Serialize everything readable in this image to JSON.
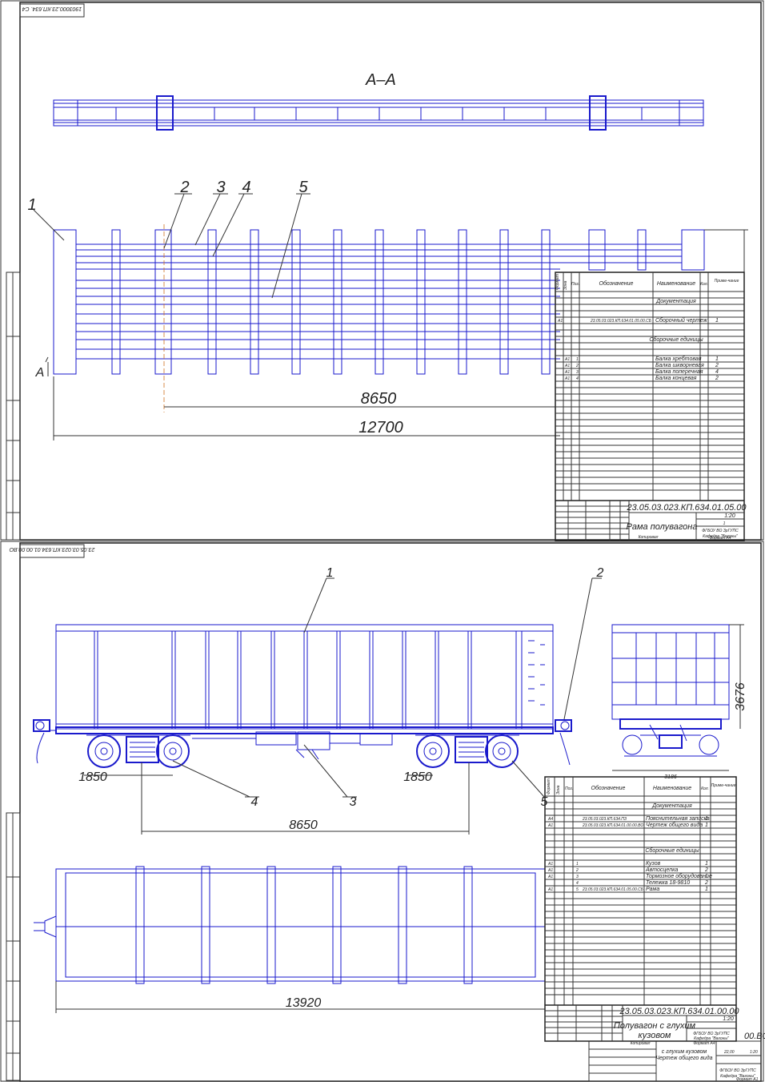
{
  "sheet1": {
    "stamp_code": "1903000.23.КП.634. С4",
    "section_label": "А–А",
    "section_marker": "А",
    "position_labels": [
      "1",
      "2",
      "3",
      "4",
      "5"
    ],
    "dimensions": [
      "8650",
      "12700"
    ],
    "spec": {
      "headers": [
        "Формат",
        "Зона",
        "Поз.",
        "Обозначение",
        "Наименование",
        "Кол.",
        "Приме-чание"
      ],
      "section_doc": "Документация",
      "doc_rows": [
        {
          "format": "А1",
          "designation": "23.05.03.023.КП.634.01.05.00.СБ",
          "name": "Сборочный чертеж",
          "qty": "1"
        }
      ],
      "section_assembly": "Сборочные единицы",
      "rows": [
        {
          "format": "А1",
          "pos": "1",
          "name": "Балка хребтовая",
          "qty": "1"
        },
        {
          "format": "А1",
          "pos": "2",
          "name": "Балка шкворневая",
          "qty": "2"
        },
        {
          "format": "А1",
          "pos": "3",
          "name": "Балка поперечная",
          "qty": "4"
        },
        {
          "format": "А1",
          "pos": "4",
          "name": "Балка концевая",
          "qty": "2"
        }
      ]
    },
    "title_block": {
      "code": "23.05.03.023.КП.634.01.05.00",
      "name": "Рама полувагона",
      "org_line1": "ФГБОУ ВО ЗрГУПС",
      "org_line2": "Кафедра \"Вагоны\"",
      "scale": "1:20",
      "sheet_mass": "1",
      "copied": "Копировал",
      "format": "Формат А4"
    }
  },
  "sheet2": {
    "stamp_code": "23.05.03.023.КП.634.01.00.00.ВО",
    "position_labels": [
      "1",
      "2",
      "3",
      "4",
      "5"
    ],
    "dimensions": [
      "1850",
      "1850",
      "8650",
      "13920",
      "3676",
      "3186"
    ],
    "spec": {
      "headers": [
        "Формат",
        "Зона",
        "Поз.",
        "Обозначение",
        "Наименование",
        "Кол.",
        "Приме-чание"
      ],
      "section_doc": "Документация",
      "doc_rows": [
        {
          "format": "А4",
          "designation": "23.05.03.023.КП.634.ПЗ",
          "name": "Пояснительная записка",
          "qty": "1"
        },
        {
          "format": "А1",
          "designation": "23.05.03.023.КП.634.01.00.00.ВО",
          "name": "Чертеж общего вида",
          "qty": "1"
        }
      ],
      "section_assembly": "Сборочные единицы",
      "rows": [
        {
          "format": "А1",
          "pos": "1",
          "designation": "",
          "name": "Кузов",
          "qty": "1"
        },
        {
          "format": "А1",
          "pos": "2",
          "designation": "",
          "name": "Автосцепка",
          "qty": "2"
        },
        {
          "format": "А1",
          "pos": "3",
          "designation": "",
          "name": "Тормозное оборудование",
          "qty": "1"
        },
        {
          "format": "",
          "pos": "4",
          "designation": "",
          "name": "Тележка 18-9810",
          "qty": "2"
        },
        {
          "format": "А1",
          "pos": "5",
          "designation": "23.05.03.023.КП.634.01.05.00.СБ",
          "name": "Рама",
          "qty": "1"
        }
      ]
    },
    "title_block": {
      "code": "23.05.03.023.КП.634.01.00.00",
      "name_line1": "Полувагон с глухим",
      "name_line2": "кузовом",
      "org_line1": "ФГБОУ ВО ЗрГУПС",
      "org_line2": "Кафедра \"Вагоны\"",
      "scale": "1:20",
      "copied": "Копировал",
      "format": "Формат А4"
    },
    "back_title_block": {
      "code_tail": "00.ВО",
      "name_line1": "с глухим кузовом",
      "name_line2": "Чертеж общего вида",
      "org_line1": "ФГБОУ ВО ЗрГУПС",
      "org_line2": "Кафедра \"Вагоны\"",
      "scale": "1:20",
      "mass": "22,00",
      "format": "Формат А1"
    }
  }
}
